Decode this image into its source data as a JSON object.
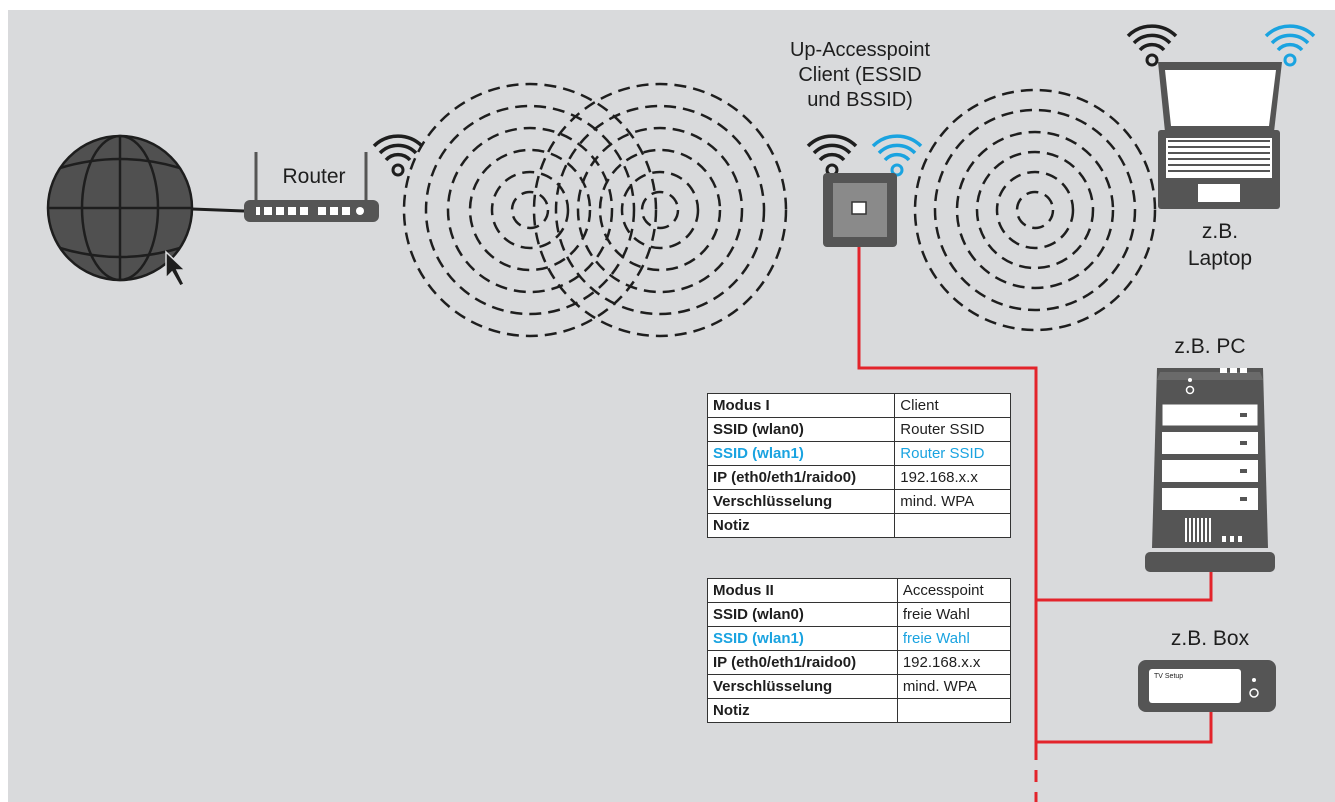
{
  "colors": {
    "background": "#d9dadc",
    "cable": "#e3242b",
    "wifi_blue": "#1aa3e0",
    "device_dark": "#555555"
  },
  "labels": {
    "router": "Router",
    "accesspoint_line1": "Up-Accesspoint",
    "accesspoint_line2": "Client (ESSID",
    "accesspoint_line3": "und BSSID)",
    "laptop_line1": "z.B.",
    "laptop_line2": "Laptop",
    "pc": "z.B. PC",
    "box": "z.B. Box",
    "box_screen": "TV Setup"
  },
  "icons": [
    "globe-icon",
    "cursor-icon",
    "router-icon",
    "wifi-icon",
    "accesspoint-icon",
    "laptop-icon",
    "pc-tower-icon",
    "set-top-box-icon"
  ],
  "modus1": {
    "rows": [
      {
        "key": "Modus I",
        "value": "Client",
        "highlight": false
      },
      {
        "key": "SSID (wlan0)",
        "value": "Router SSID",
        "highlight": false
      },
      {
        "key": "SSID (wlan1)",
        "value": "Router SSID",
        "highlight": true
      },
      {
        "key": "IP (eth0/eth1/raido0)",
        "value": "192.168.x.x",
        "highlight": false
      },
      {
        "key": "Verschlüsselung",
        "value": "mind. WPA",
        "highlight": false
      },
      {
        "key": "Notiz",
        "value": "",
        "highlight": false
      }
    ]
  },
  "modus2": {
    "rows": [
      {
        "key": "Modus II",
        "value": "Accesspoint",
        "highlight": false
      },
      {
        "key": "SSID (wlan0)",
        "value": "freie Wahl",
        "highlight": false
      },
      {
        "key": "SSID (wlan1)",
        "value": "freie Wahl",
        "highlight": true
      },
      {
        "key": "IP (eth0/eth1/raido0)",
        "value": "192.168.x.x",
        "highlight": false
      },
      {
        "key": "Verschlüsselung",
        "value": "mind. WPA",
        "highlight": false
      },
      {
        "key": "Notiz",
        "value": "",
        "highlight": false
      }
    ]
  }
}
